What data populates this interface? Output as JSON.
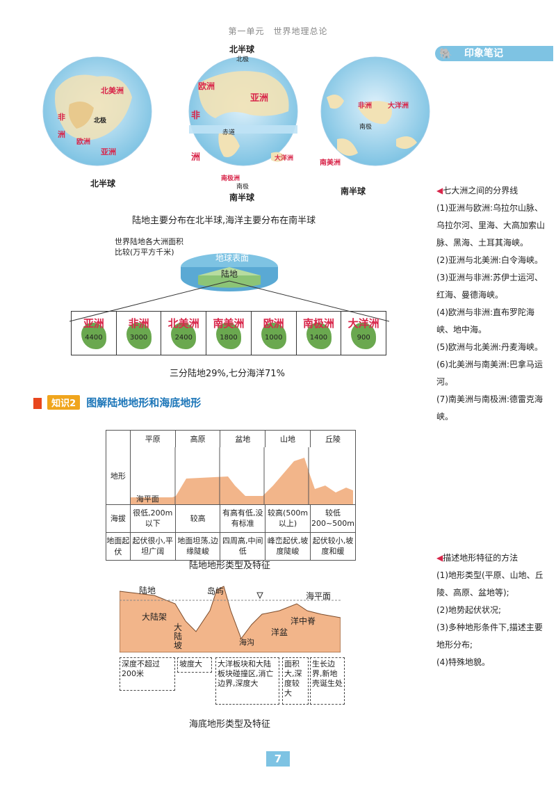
{
  "header": {
    "text": "第一单元　世界地理总论"
  },
  "notebook": {
    "title": "印象笔记",
    "icon": "elephant-icon"
  },
  "globes": {
    "left": {
      "title": "北半球",
      "labels": [
        "北美洲",
        "非",
        "洲",
        "北极",
        "欧洲",
        "亚洲"
      ]
    },
    "center": {
      "top_title": "北半球",
      "north_pole": "北极",
      "equator": "赤道",
      "south_pole": "南极",
      "bottom_title": "南半球",
      "labels": [
        "欧洲",
        "亚洲",
        "非",
        "洲",
        "大洋洲",
        "南极洲"
      ]
    },
    "right": {
      "title": "南半球",
      "labels": [
        "非洲",
        "大洋洲",
        "南极",
        "南美洲"
      ]
    }
  },
  "caption1": "陆地主要分布在北半球,海洋主要分布在南半球",
  "disk": {
    "note": "世界陆地各大洲面积比较(万平方千米)",
    "ocean": "海洋",
    "surface": "地球表面",
    "land": "陆地"
  },
  "continents": [
    {
      "name": "亚洲",
      "area": "4400"
    },
    {
      "name": "非洲",
      "area": "3000"
    },
    {
      "name": "北美洲",
      "area": "2400"
    },
    {
      "name": "南美洲",
      "area": "1800"
    },
    {
      "name": "欧洲",
      "area": "1000"
    },
    {
      "name": "南极洲",
      "area": "1400"
    },
    {
      "name": "大洋洲",
      "area": "900"
    }
  ],
  "caption2": "三分陆地29%,七分海洋71%",
  "knowledge": {
    "tag": "知识2",
    "title": "图解陆地地形和海底地形"
  },
  "land_table": {
    "columns": [
      "平原",
      "高原",
      "盆地",
      "山地",
      "丘陵"
    ],
    "row_labels": [
      "地形",
      "海拔",
      "地面起伏"
    ],
    "sea_level": "海平面",
    "elevation": [
      "很低,200m以下",
      "较高",
      "有高有低,没有标准",
      "较高(500m以上)",
      "较低200~500m"
    ],
    "relief": [
      "起伏很小,平坦广阔",
      "地面坦荡,边缘陡峻",
      "四周高,中间低",
      "峰峦起伏,坡度陡峻",
      "起伏较小,坡度和缓"
    ]
  },
  "caption3": "陆地地形类型及特征",
  "sea_diagram": {
    "labels": [
      "陆地",
      "岛屿",
      "海平面",
      "大陆架",
      "大陆坡",
      "海沟",
      "洋盆",
      "洋中脊"
    ],
    "boxes": [
      "深度不超过200米",
      "坡度大",
      "大洋板块和大陆板块碰撞区,消亡边界,深度大",
      "面积大,深度较大",
      "生长边界,新地壳诞生处"
    ]
  },
  "caption4": "海底地形类型及特征",
  "notes": {
    "note1": {
      "title": "七大洲之间的分界线",
      "items": [
        "(1)亚洲与欧洲:乌拉尔山脉、乌拉尔河、里海、大高加索山脉、黑海、土耳其海峡。",
        "(2)亚洲与北美洲:白令海峡。",
        "(3)亚洲与非洲:苏伊士运河、红海、曼德海峡。",
        "(4)欧洲与非洲:直布罗陀海峡、地中海。",
        "(5)欧洲与北美洲:丹麦海峡。",
        "(6)北美洲与南美洲:巴拿马运河。",
        "(7)南美洲与南极洲:德雷克海峡。"
      ]
    },
    "note2": {
      "title": "描述地形特征的方法",
      "items": [
        "(1)地形类型(平原、山地、丘陵、高原、盆地等);",
        "(2)地势起伏状况;",
        "(3)多种地形条件下,描述主要地形分布;",
        "(4)特殊地貌。"
      ]
    }
  },
  "page_number": "7",
  "colors": {
    "accent": "#7ec3e3",
    "land": "#f2b58a",
    "sea": "#9ed1ee",
    "continent_label": "#d8264a",
    "continent": "#6aa84f"
  }
}
